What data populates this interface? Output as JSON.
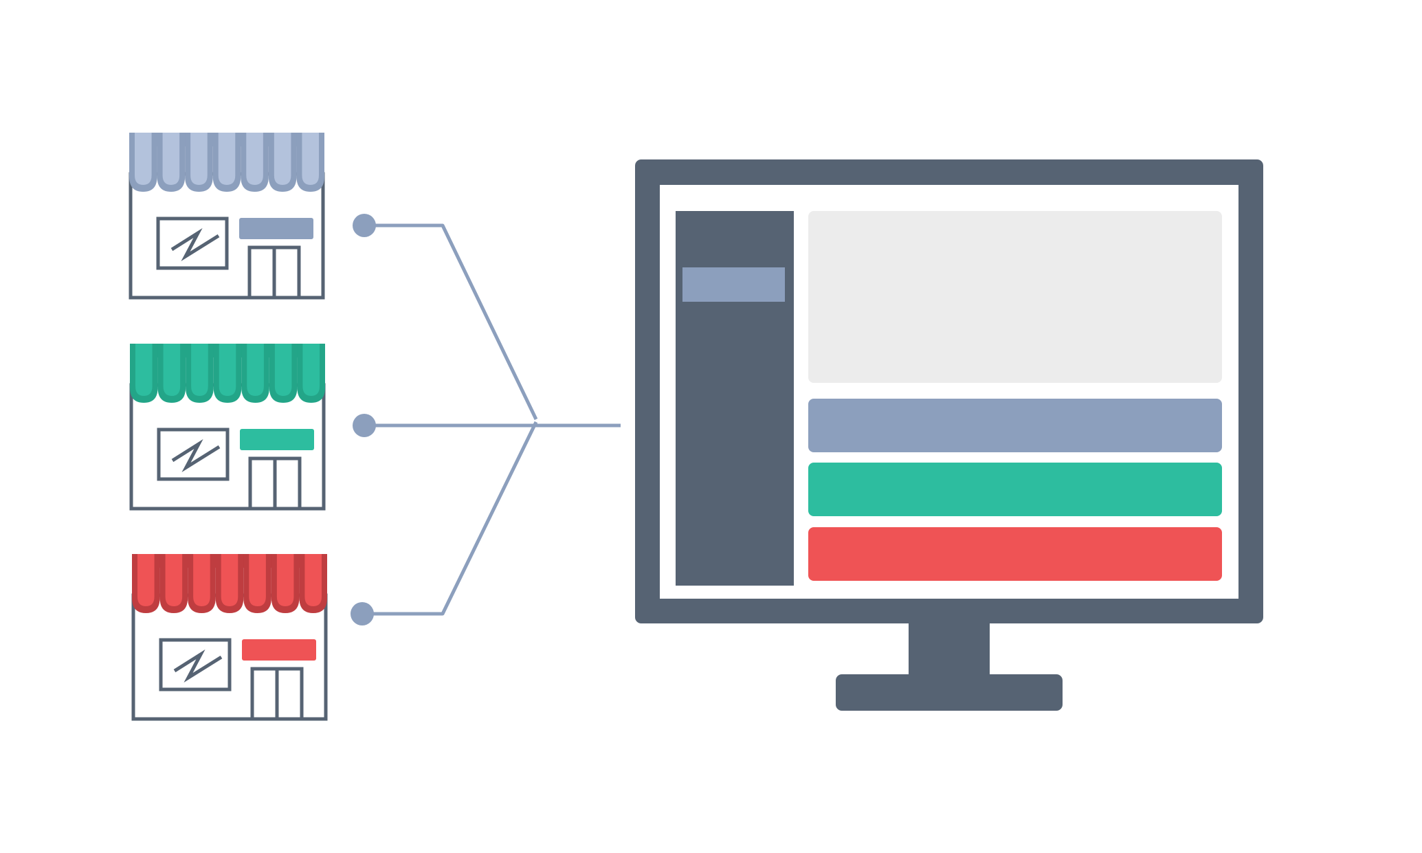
{
  "colors": {
    "outline": "#566373",
    "connector": "#8c9fbd",
    "screen_bg": "#ffffff",
    "banner_bg": "#ececec",
    "row_blue": "#8c9fbd",
    "row_green": "#2dbd9f",
    "row_red": "#ef5355",
    "sidebar": "#566373",
    "sidebar_item": "#8c9fbd"
  },
  "stores": [
    {
      "name": "store-blue",
      "awning_light": "#b3c2dc",
      "awning_dark": "#8c9fbd",
      "sign": "#8c9fbd"
    },
    {
      "name": "store-green",
      "awning_light": "#2dbd9f",
      "awning_dark": "#23a588",
      "sign": "#2dbd9f"
    },
    {
      "name": "store-red",
      "awning_light": "#ef5355",
      "awning_dark": "#bf3d40",
      "sign": "#ef5355"
    }
  ],
  "monitor": {
    "rows": [
      {
        "name": "row-blue",
        "color_key": "row_blue"
      },
      {
        "name": "row-green",
        "color_key": "row_green"
      },
      {
        "name": "row-red",
        "color_key": "row_red"
      }
    ]
  }
}
